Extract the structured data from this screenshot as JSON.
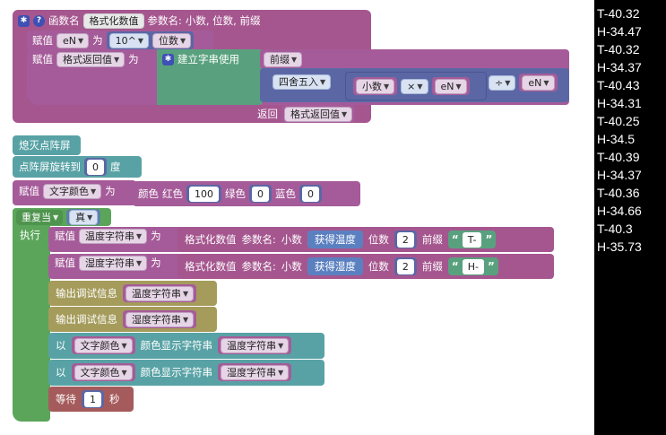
{
  "func": {
    "label_func": "函数名",
    "name": "格式化数值",
    "label_params": "参数名:",
    "params": "小数, 位数, 前缀",
    "assign1": {
      "label": "赋值",
      "var": "eN",
      "as": "为",
      "op": "10^",
      "arg": "位数"
    },
    "assign2": {
      "label": "赋值",
      "var": "格式返回值",
      "as": "为",
      "build": "建立字串使用",
      "prefix": "前缀"
    },
    "round": {
      "fn": "四舍五入",
      "a": "小数",
      "times": "×",
      "b": "eN",
      "div": "÷",
      "c": "eN"
    },
    "return": {
      "label": "返回",
      "var": "格式返回值"
    }
  },
  "matrix": {
    "clear": "熄灭点阵屏",
    "rotate_label": "点阵屏旋转到",
    "rotate_value": "0",
    "rotate_unit": "度",
    "color": {
      "label": "赋值",
      "var": "文字颜色",
      "as": "为",
      "color_label": "颜色",
      "red_label": "红色",
      "red": "100",
      "green_label": "绿色",
      "green": "0",
      "blue_label": "蓝色",
      "blue": "0"
    }
  },
  "loop": {
    "repeat": "重复当",
    "cond": "真",
    "do": "执行",
    "set_temp": {
      "label": "赋值",
      "var": "温度字符串",
      "as": "为",
      "call": "格式化数值",
      "params": "参数名:",
      "p1": "小数",
      "get": "获得温度",
      "p2": "位数",
      "digits": "2",
      "p3": "前缀",
      "text": "T-"
    },
    "set_hum": {
      "label": "赋值",
      "var": "湿度字符串",
      "as": "为",
      "call": "格式化数值",
      "params": "参数名:",
      "p1": "小数",
      "get": "获得湿度",
      "p2": "位数",
      "digits": "2",
      "p3": "前缀",
      "text": "H-"
    },
    "debug1": {
      "label": "输出调试信息",
      "var": "温度字符串"
    },
    "debug2": {
      "label": "输出调试信息",
      "var": "湿度字符串"
    },
    "show1": {
      "label": "以",
      "color": "文字颜色",
      "action": "颜色显示字符串",
      "var": "温度字符串"
    },
    "show2": {
      "label": "以",
      "color": "文字颜色",
      "action": "颜色显示字符串",
      "var": "湿度字符串"
    },
    "wait": {
      "label": "等待",
      "value": "1",
      "unit": "秒"
    }
  },
  "output": [
    "T-40.32",
    "H-34.47",
    "T-40.32",
    "H-34.37",
    "T-40.43",
    "H-34.31",
    "T-40.25",
    "H-34.5",
    "T-40.39",
    "H-34.37",
    "T-40.36",
    "H-34.66",
    "T-40.3",
    "H-35.73"
  ],
  "colors": {
    "procedure": "#a5568f",
    "variable": "#a55b99",
    "text": "#59a17e",
    "math": "#5b67a5",
    "loop": "#5ba55b",
    "logic": "#5b80a5",
    "device": "#58a2a5",
    "debug": "#a59b5b",
    "wait": "#a55b5b"
  }
}
